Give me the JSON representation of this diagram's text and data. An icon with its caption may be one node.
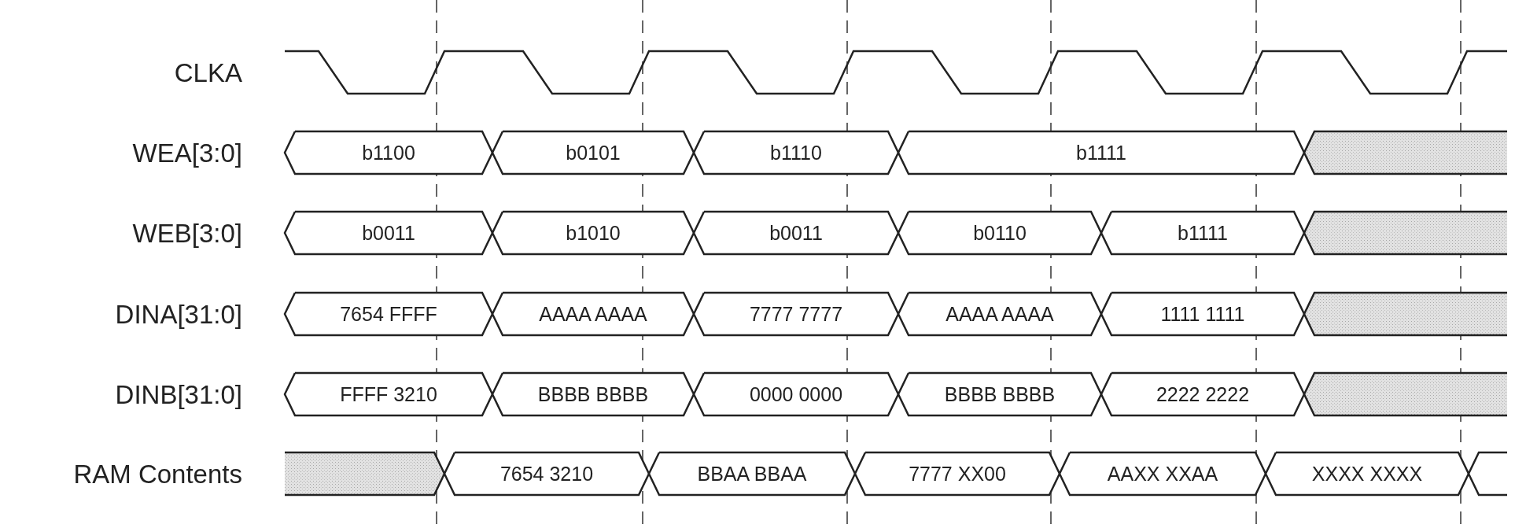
{
  "diagram": {
    "nodes": [
      {
        "text": [
          "b1100"
        ]
      },
      {
        "text": [
          "b0101"
        ]
      },
      {
        "text": [
          "b1110"
        ]
      },
      {
        "text": [
          "b1111"
        ]
      },
      {
        "text": [],
        "shape": "bar"
      },
      {
        "text": [
          "b0011"
        ]
      },
      {
        "text": [
          "b1010"
        ]
      },
      {
        "text": [
          "b0011"
        ]
      },
      {
        "text": [
          "b0110"
        ]
      },
      {
        "text": [
          "b1111"
        ]
      },
      {
        "text": [],
        "shape": "bar"
      },
      {
        "text": [
          "7654 FFFF"
        ]
      },
      {
        "text": [
          "AAAA AAAA"
        ]
      },
      {
        "text": [
          "7777 7777"
        ]
      },
      {
        "text": [
          "AAAA AAAA"
        ]
      },
      {
        "text": [
          "1111 1111"
        ]
      },
      {
        "text": [],
        "shape": "bar"
      },
      {
        "text": [
          "FFFF 3210"
        ]
      },
      {
        "text": [
          "BBBB BBBB"
        ]
      },
      {
        "text": [
          "0000 0000"
        ]
      },
      {
        "text": [
          "BBBB BBBB"
        ]
      },
      {
        "text": [
          "2222 2222"
        ]
      },
      {
        "text": [],
        "shape": "bar"
      },
      {
        "text": [],
        "shape": "bar"
      },
      {
        "text": [
          "7654 3210"
        ]
      },
      {
        "text": [
          "BBAA BBAA"
        ]
      },
      {
        "text": [
          "7777 XX00"
        ]
      },
      {
        "text": [
          "AAXX XXAA"
        ]
      },
      {
        "text": [
          "XXXX XXXX"
        ]
      },
      {
        "text": [],
        "shape": "box"
      }
    ],
    "labels": [
      "CLKA",
      "WEA[3:0]",
      "WEB[3:0]",
      "DINA[31:0]",
      "DINB[31:0]",
      "RAM Contents"
    ]
  }
}
